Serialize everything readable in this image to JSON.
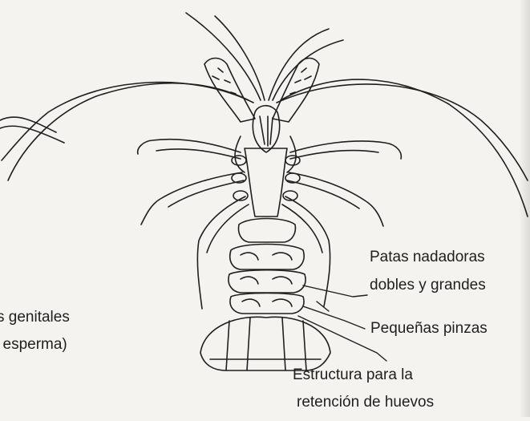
{
  "labels": {
    "genital_line1": "s genitales",
    "genital_line2": "l esperma)",
    "swim_line1": "Patas nadadoras",
    "swim_line2": "dobles y grandes",
    "pincer": "Pequeñas pinzas",
    "egg_line1": "Estructura para la",
    "egg_line2": "retención de huevos"
  },
  "colors": {
    "paper": "#f4f3ef",
    "ink": "#1f1f1f"
  }
}
